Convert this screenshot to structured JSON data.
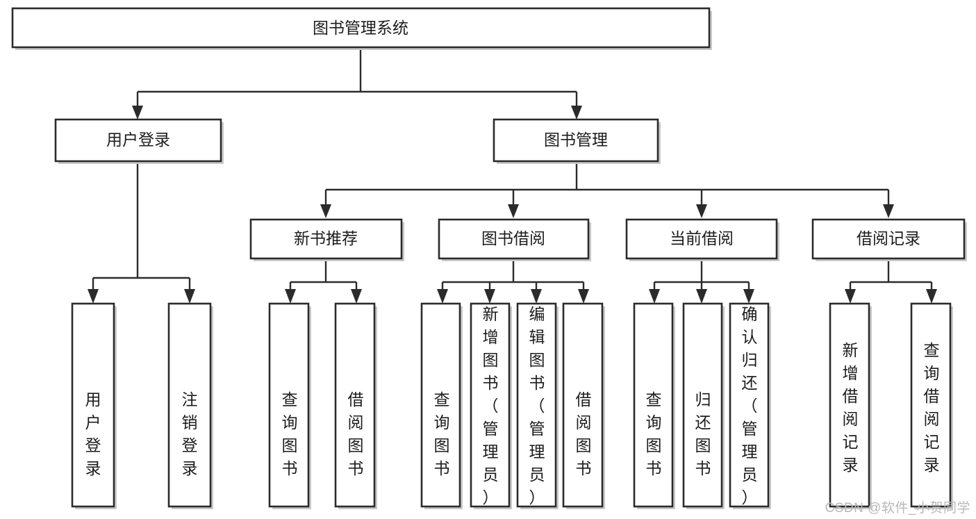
{
  "diagram": {
    "type": "hierarchy-tree",
    "title": "图书管理系统",
    "watermark": "CSDN @软件_小贺同学",
    "colors": {
      "box_stroke": "#2b2b2b",
      "box_fill": "#ffffff",
      "connector": "#2b2b2b",
      "shadow": "#c9c9c9",
      "watermark": "#b8b8b8"
    },
    "levels": {
      "root": {
        "label": "图书管理系统"
      },
      "level2": [
        {
          "label": "用户登录"
        },
        {
          "label": "图书管理"
        }
      ],
      "level3": [
        {
          "label": "新书推荐"
        },
        {
          "label": "图书借阅"
        },
        {
          "label": "当前借阅"
        },
        {
          "label": "借阅记录"
        }
      ],
      "leaves": {
        "user_login": [
          {
            "label": "用户登录"
          },
          {
            "label": "注销登录"
          }
        ],
        "new_book_recommend": [
          {
            "label": "查询图书"
          },
          {
            "label": "借阅图书"
          }
        ],
        "book_borrow": [
          {
            "label": "查询图书"
          },
          {
            "label": "新增图书（管理员）"
          },
          {
            "label": "编辑图书（管理员）"
          },
          {
            "label": "借阅图书"
          }
        ],
        "current_borrow": [
          {
            "label": "查询图书"
          },
          {
            "label": "归还图书"
          },
          {
            "label": "确认归还（管理员）"
          }
        ],
        "borrow_record": [
          {
            "label": "新增借阅记录"
          },
          {
            "label": "查询借阅记录"
          }
        ]
      }
    },
    "edges": [
      {
        "from": "图书管理系统",
        "to": "用户登录"
      },
      {
        "from": "图书管理系统",
        "to": "图书管理"
      },
      {
        "from": "图书管理",
        "to": "新书推荐"
      },
      {
        "from": "图书管理",
        "to": "图书借阅"
      },
      {
        "from": "图书管理",
        "to": "当前借阅"
      },
      {
        "from": "图书管理",
        "to": "借阅记录"
      },
      {
        "from": "用户登录",
        "to": "用户登录"
      },
      {
        "from": "用户登录",
        "to": "注销登录"
      },
      {
        "from": "新书推荐",
        "to": "查询图书"
      },
      {
        "from": "新书推荐",
        "to": "借阅图书"
      },
      {
        "from": "图书借阅",
        "to": "查询图书"
      },
      {
        "from": "图书借阅",
        "to": "新增图书（管理员）"
      },
      {
        "from": "图书借阅",
        "to": "编辑图书（管理员）"
      },
      {
        "from": "图书借阅",
        "to": "借阅图书"
      },
      {
        "from": "当前借阅",
        "to": "查询图书"
      },
      {
        "from": "当前借阅",
        "to": "归还图书"
      },
      {
        "from": "当前借阅",
        "to": "确认归还（管理员）"
      },
      {
        "from": "借阅记录",
        "to": "新增借阅记录"
      },
      {
        "from": "借阅记录",
        "to": "查询借阅记录"
      }
    ]
  }
}
